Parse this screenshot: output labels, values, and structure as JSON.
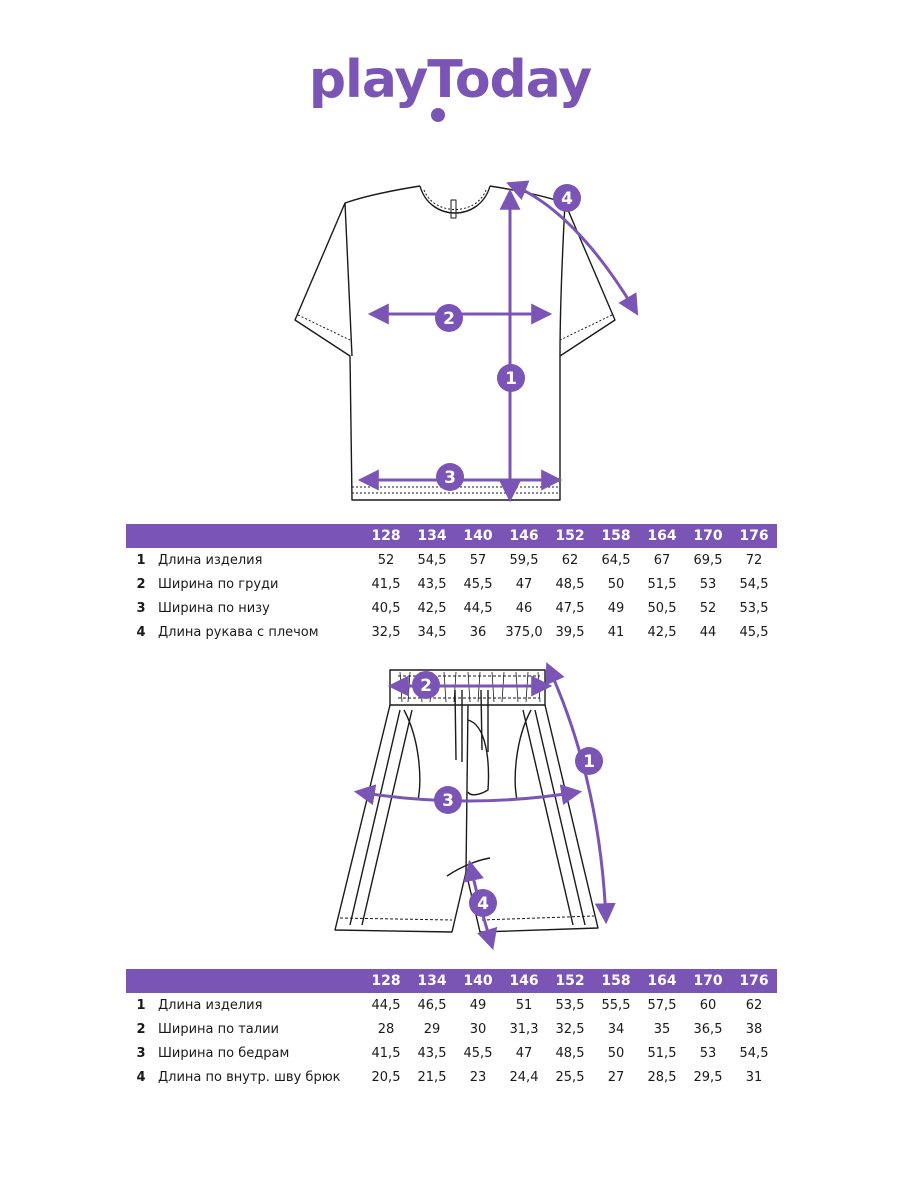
{
  "brand": {
    "logo_text": "playToday"
  },
  "colors": {
    "accent": "#7b55b5",
    "line": "#1a1a1a",
    "background": "#ffffff"
  },
  "tshirt": {
    "markers": [
      "1",
      "2",
      "3",
      "4"
    ],
    "table": {
      "sizes": [
        "128",
        "134",
        "140",
        "146",
        "152",
        "158",
        "164",
        "170",
        "176"
      ],
      "rows": [
        {
          "num": "1",
          "name": "Длина изделия",
          "values": [
            "52",
            "54,5",
            "57",
            "59,5",
            "62",
            "64,5",
            "67",
            "69,5",
            "72"
          ]
        },
        {
          "num": "2",
          "name": "Ширина по груди",
          "values": [
            "41,5",
            "43,5",
            "45,5",
            "47",
            "48,5",
            "50",
            "51,5",
            "53",
            "54,5"
          ]
        },
        {
          "num": "3",
          "name": "Ширина по низу",
          "values": [
            "40,5",
            "42,5",
            "44,5",
            "46",
            "47,5",
            "49",
            "50,5",
            "52",
            "53,5"
          ]
        },
        {
          "num": "4",
          "name": "Длина рукава с плечом",
          "values": [
            "32,5",
            "34,5",
            "36",
            "375,0",
            "39,5",
            "41",
            "42,5",
            "44",
            "45,5"
          ]
        }
      ]
    }
  },
  "shorts": {
    "markers": [
      "1",
      "2",
      "3",
      "4"
    ],
    "table": {
      "sizes": [
        "128",
        "134",
        "140",
        "146",
        "152",
        "158",
        "164",
        "170",
        "176"
      ],
      "rows": [
        {
          "num": "1",
          "name": "Длина изделия",
          "values": [
            "44,5",
            "46,5",
            "49",
            "51",
            "53,5",
            "55,5",
            "57,5",
            "60",
            "62"
          ]
        },
        {
          "num": "2",
          "name": "Ширина по талии",
          "values": [
            "28",
            "29",
            "30",
            "31,3",
            "32,5",
            "34",
            "35",
            "36,5",
            "38"
          ]
        },
        {
          "num": "3",
          "name": "Ширина по бедрам",
          "values": [
            "41,5",
            "43,5",
            "45,5",
            "47",
            "48,5",
            "50",
            "51,5",
            "53",
            "54,5"
          ]
        },
        {
          "num": "4",
          "name": "Длина по внутр. шву брюк",
          "values": [
            "20,5",
            "21,5",
            "23",
            "24,4",
            "25,5",
            "27",
            "28,5",
            "29,5",
            "31"
          ]
        }
      ]
    }
  }
}
